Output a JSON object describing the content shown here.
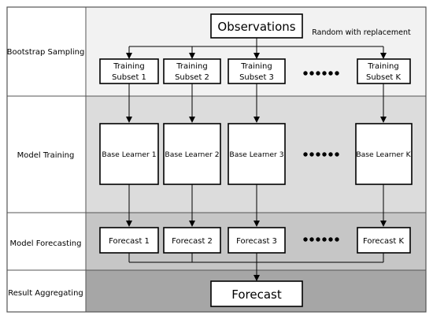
{
  "stages": [
    {
      "key": "bootstrap",
      "label": "Bootstrap Sampling",
      "fill": "#f2f2f2"
    },
    {
      "key": "training",
      "label": "Model Training",
      "fill": "#dcdcdc"
    },
    {
      "key": "forecasting",
      "label": "Model Forecasting",
      "fill": "#c6c6c6"
    },
    {
      "key": "aggregating",
      "label": "Result Aggregating",
      "fill": "#a6a6a6"
    }
  ],
  "observations": "Observations",
  "sampling_note": "Random with replacement",
  "subsets": [
    {
      "line1": "Training",
      "line2": "Subset 1"
    },
    {
      "line1": "Training",
      "line2": "Subset 2"
    },
    {
      "line1": "Training",
      "line2": "Subset 3"
    },
    {
      "line1": "Training",
      "line2": "Subset K"
    }
  ],
  "learners": [
    "Base Learner 1",
    "Base Learner 2",
    "Base Learner 3",
    "Base Learner K"
  ],
  "forecasts": [
    "Forecast 1",
    "Forecast 2",
    "Forecast 3",
    "Forecast K"
  ],
  "final_output": "Forecast",
  "border_color": "#000000"
}
